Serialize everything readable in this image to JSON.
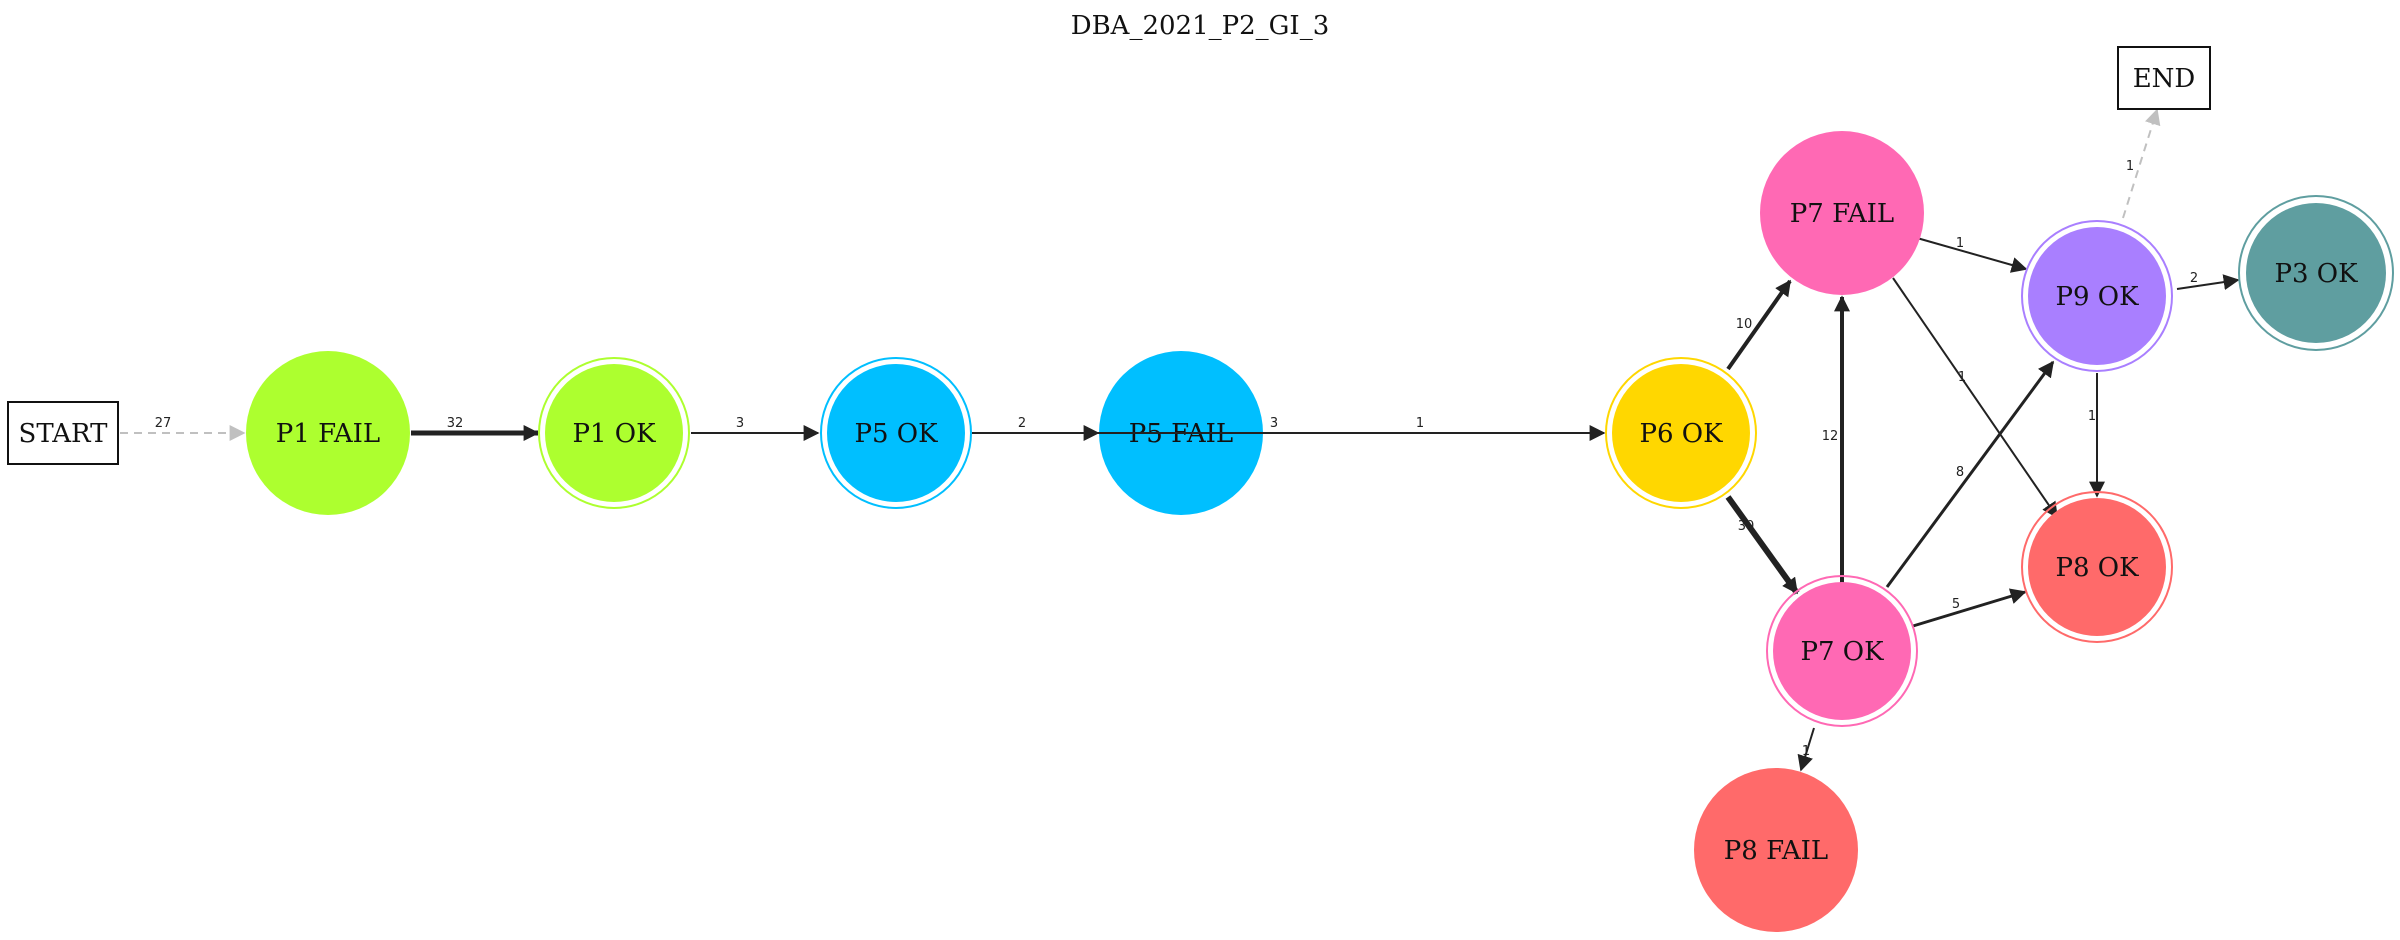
{
  "title": "DBA_2021_P2_GI_3",
  "nodes": {
    "start": {
      "label": "START",
      "color": "#ffffff"
    },
    "end": {
      "label": "END",
      "color": "#ffffff"
    },
    "p1fail": {
      "label": "P1 FAIL",
      "color": "#adff2f"
    },
    "p1ok": {
      "label": "P1 OK",
      "color": "#adff2f"
    },
    "p5ok": {
      "label": "P5 OK",
      "color": "#00bfff"
    },
    "p5fail": {
      "label": "P5 FAIL",
      "color": "#00bfff"
    },
    "p6ok": {
      "label": "P6 OK",
      "color": "#ffd700"
    },
    "p7fail": {
      "label": "P7 FAIL",
      "color": "#ff69b4"
    },
    "p7ok": {
      "label": "P7 OK",
      "color": "#ff69b4"
    },
    "p9ok": {
      "label": "P9 OK",
      "color": "#a97fff"
    },
    "p3ok": {
      "label": "P3 OK",
      "color": "#5f9ea0"
    },
    "p8ok": {
      "label": "P8 OK",
      "color": "#ff6a6a"
    },
    "p8fail": {
      "label": "P8 FAIL",
      "color": "#ff6a6a"
    }
  },
  "edges": {
    "start_p1fail": "27",
    "p1fail_p1ok": "32",
    "p1ok_p5ok": "3",
    "p5ok_p5fail": "2",
    "p5fail_p6ok_a": "3",
    "p5fail_p6ok_b": "1",
    "p6ok_p7fail": "10",
    "p6ok_p7ok": "30",
    "p7ok_p7fail": "12",
    "p7fail_p9ok": "1",
    "p7fail_p8ok": "1",
    "p7ok_p9ok": "8",
    "p7ok_p8ok": "5",
    "p7ok_p8fail": "1",
    "p9ok_end": "1",
    "p9ok_p3ok": "2",
    "p9ok_p8ok": "1"
  }
}
